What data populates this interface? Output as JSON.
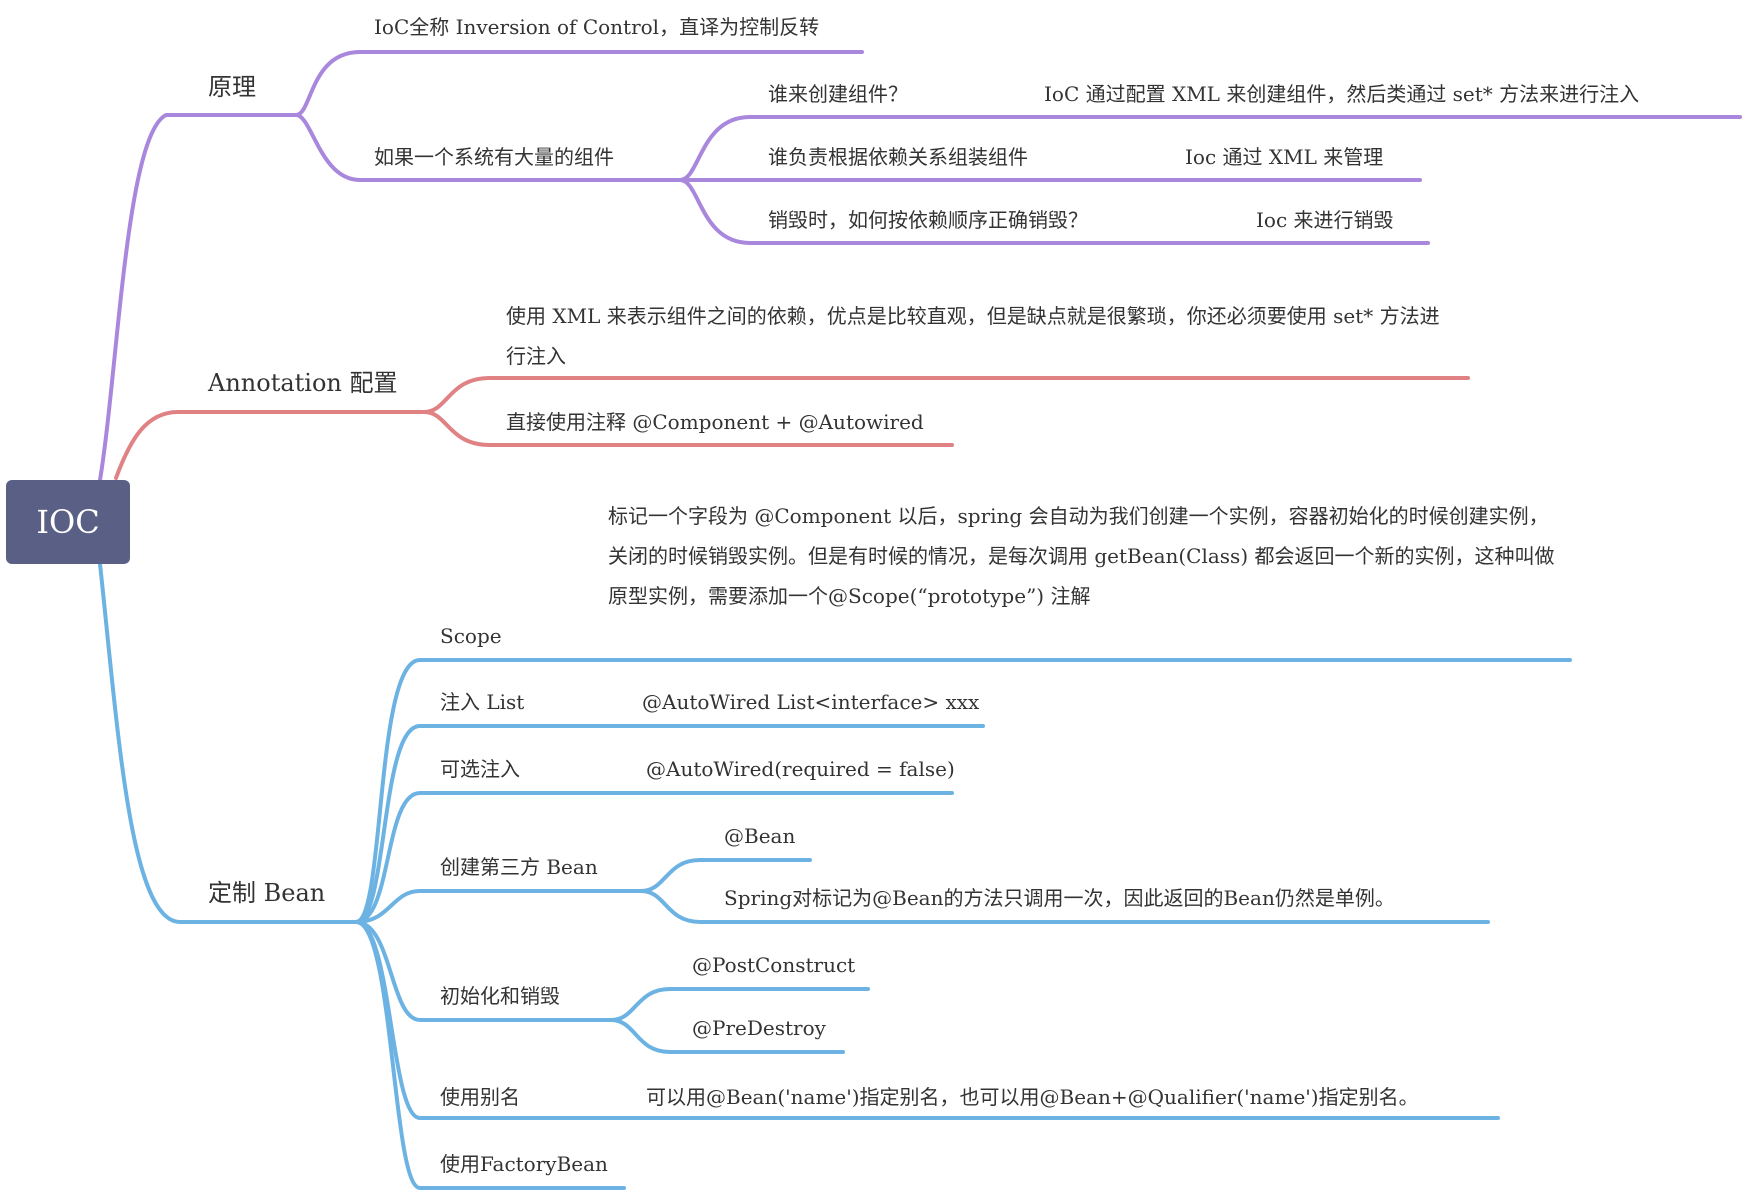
{
  "colors": {
    "root": "#5a5f85",
    "branch_principle": "#a987dc",
    "branch_annotation": "#e08284",
    "branch_bean": "#6cb3e3"
  },
  "root": {
    "label": "IOC"
  },
  "principle": {
    "label": "原理",
    "full_name": "IoC全称 Inversion of Control，直译为控制反转",
    "many_components": "如果一个系统有大量的组件",
    "q1": "谁来创建组件？",
    "a1": "IoC 通过配置 XML 来创建组件，然后类通过 set* 方法来进行注入",
    "q2": "谁负责根据依赖关系组装组件",
    "a2": "Ioc 通过 XML 来管理",
    "q3": "销毁时，如何按依赖顺序正确销毁？",
    "a3": "Ioc 来进行销毁"
  },
  "annotation": {
    "label": "Annotation 配置",
    "xml_desc": "使用 XML 来表示组件之间的依赖，优点是比较直观，但是缺点就是很繁琐，你还必须要使用 set* 方法进行注入",
    "annotation_desc": "直接使用注释 @Component + @Autowired"
  },
  "bean": {
    "label": "定制 Bean",
    "scope": {
      "label": "Scope",
      "desc": "标记一个字段为 @Component 以后，spring 会自动为我们创建一个实例，容器初始化的时候创建实例，关闭的时候销毁实例。但是有时候的情况，是每次调用 getBean(Class) 都会返回一个新的实例，这种叫做原型实例，需要添加一个@Scope(“prototype”) 注解"
    },
    "inject_list": {
      "label": "注入 List",
      "desc": "@AutoWired List<interface> xxx"
    },
    "optional": {
      "label": "可选注入",
      "desc": "@AutoWired(required = false)"
    },
    "third_party": {
      "label": "创建第三方 Bean",
      "bean_annotation": "@Bean",
      "desc": "Spring对标记为@Bean的方法只调用一次，因此返回的Bean仍然是单例。"
    },
    "lifecycle": {
      "label": "初始化和销毁",
      "post_construct": "@PostConstruct",
      "pre_destroy": "@PreDestroy"
    },
    "alias": {
      "label": "使用别名",
      "desc": "可以用@Bean('name')指定别名，也可以用@Bean+@Qualifier('name')指定别名。"
    },
    "factory_bean": {
      "label": "使用FactoryBean"
    }
  }
}
